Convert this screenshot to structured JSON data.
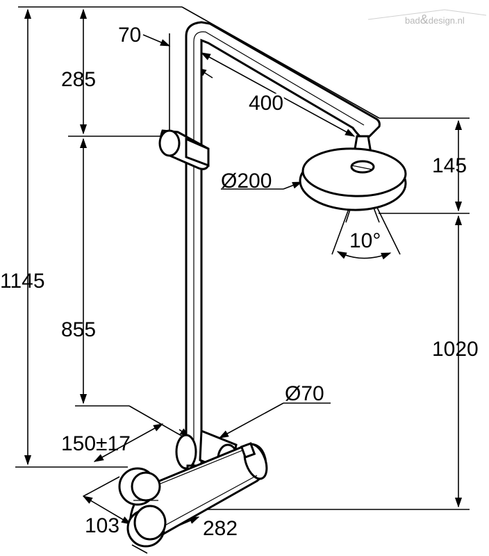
{
  "watermark": {
    "prefix": "bad",
    "amp": "&",
    "suffix": "design.nl"
  },
  "dimensions": {
    "total_height": "1145",
    "bar_top_section": "285",
    "bar_lower_section": "855",
    "arm_offset": "70",
    "arm_length": "400",
    "head_diameter": "Ø200",
    "head_height": "145",
    "spray_angle": "10°",
    "head_to_floor": "1020",
    "wall_pipe_diameter": "Ø70",
    "connection_spacing": "150±17",
    "depth": "103",
    "valve_width": "282"
  }
}
